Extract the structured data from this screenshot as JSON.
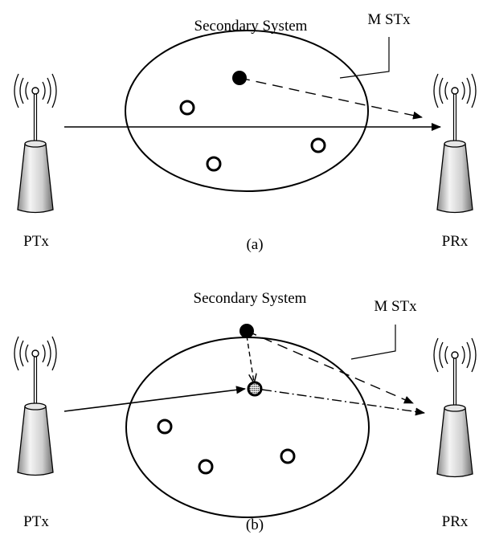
{
  "panel_a": {
    "system_label": "Secondary System",
    "tag_label": "M STx",
    "left_antenna_label": "PTx",
    "right_antenna_label": "PRx",
    "caption": "(a)"
  },
  "panel_b": {
    "system_label": "Secondary System",
    "tag_label": "M STx",
    "left_antenna_label": "PTx",
    "right_antenna_label": "PRx",
    "caption": "(b)"
  }
}
